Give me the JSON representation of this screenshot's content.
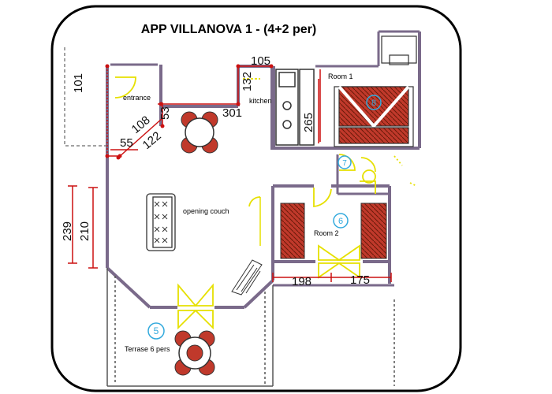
{
  "title": "APP VILLANOVA 1 - (4+2 per)",
  "rooms": {
    "entrance": "entrance",
    "kitchen": "kitchen",
    "room1": "Room 1",
    "living": "opening couch",
    "room2": "Room 2",
    "terrace": "Terrase 6 pers"
  },
  "markers": {
    "room1": "8",
    "bath": "7",
    "room2": "6",
    "terrace": "5"
  },
  "dimensions": {
    "d101": "101",
    "d105": "105",
    "d132": "132",
    "d53": "53",
    "d301": "301",
    "d108": "108",
    "d122": "122",
    "d55": "55",
    "d265": "265",
    "d239": "239",
    "d210": "210",
    "d198": "198",
    "d175": "175"
  },
  "colors": {
    "wall": "#7a6a8a",
    "dimension_red": "#cc1111",
    "door_yellow": "#e6e000",
    "furniture_brown": "#a0381a",
    "marker_cyan": "#33aadd",
    "outline_green": "#0a6a3a"
  }
}
